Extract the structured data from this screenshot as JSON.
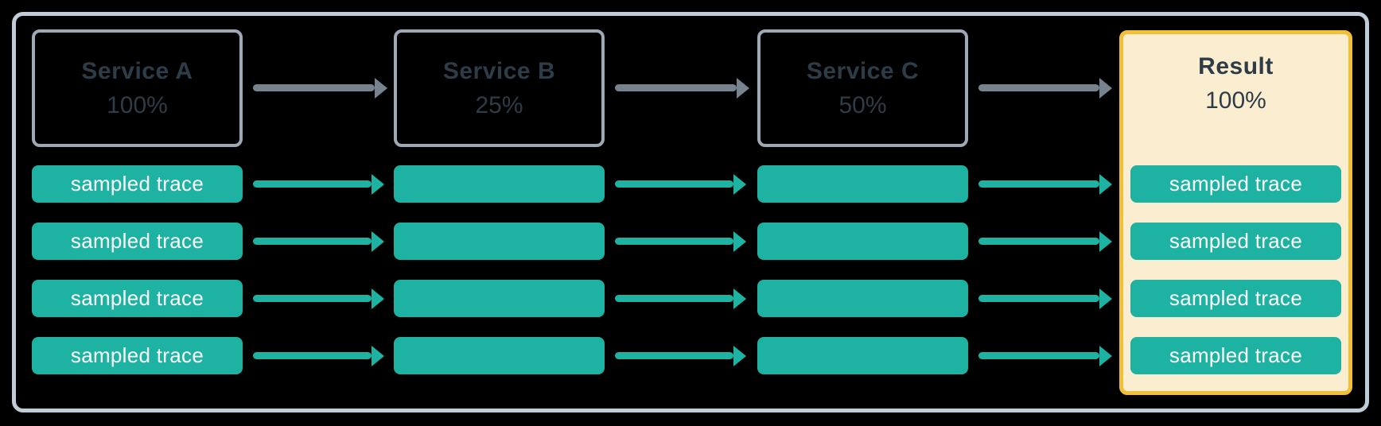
{
  "diagram": {
    "description": "Trace sampling flow across services",
    "columns": [
      {
        "id": "service-a",
        "title": "Service A",
        "sample_rate": "100%",
        "type": "service"
      },
      {
        "id": "service-b",
        "title": "Service B",
        "sample_rate": "25%",
        "type": "service"
      },
      {
        "id": "service-c",
        "title": "Service C",
        "sample_rate": "50%",
        "type": "service"
      },
      {
        "id": "result",
        "title": "Result",
        "sample_rate": "100%",
        "type": "result"
      }
    ],
    "trace_label": "sampled trace",
    "trace_rows": 4,
    "icons": {
      "flow_arrow": "right-arrow",
      "trace_arrow": "right-arrow"
    }
  },
  "colors": {
    "background": "#000000",
    "frame_border": "#c0ccd8",
    "service_border": "#9da9b5",
    "slate_text": "#2e3c48",
    "teal": "#1db2a2",
    "pill_text": "#ffffff",
    "arrow_gray": "#76838f",
    "result_border": "#f2c037",
    "result_fill": "#fbeed0"
  }
}
